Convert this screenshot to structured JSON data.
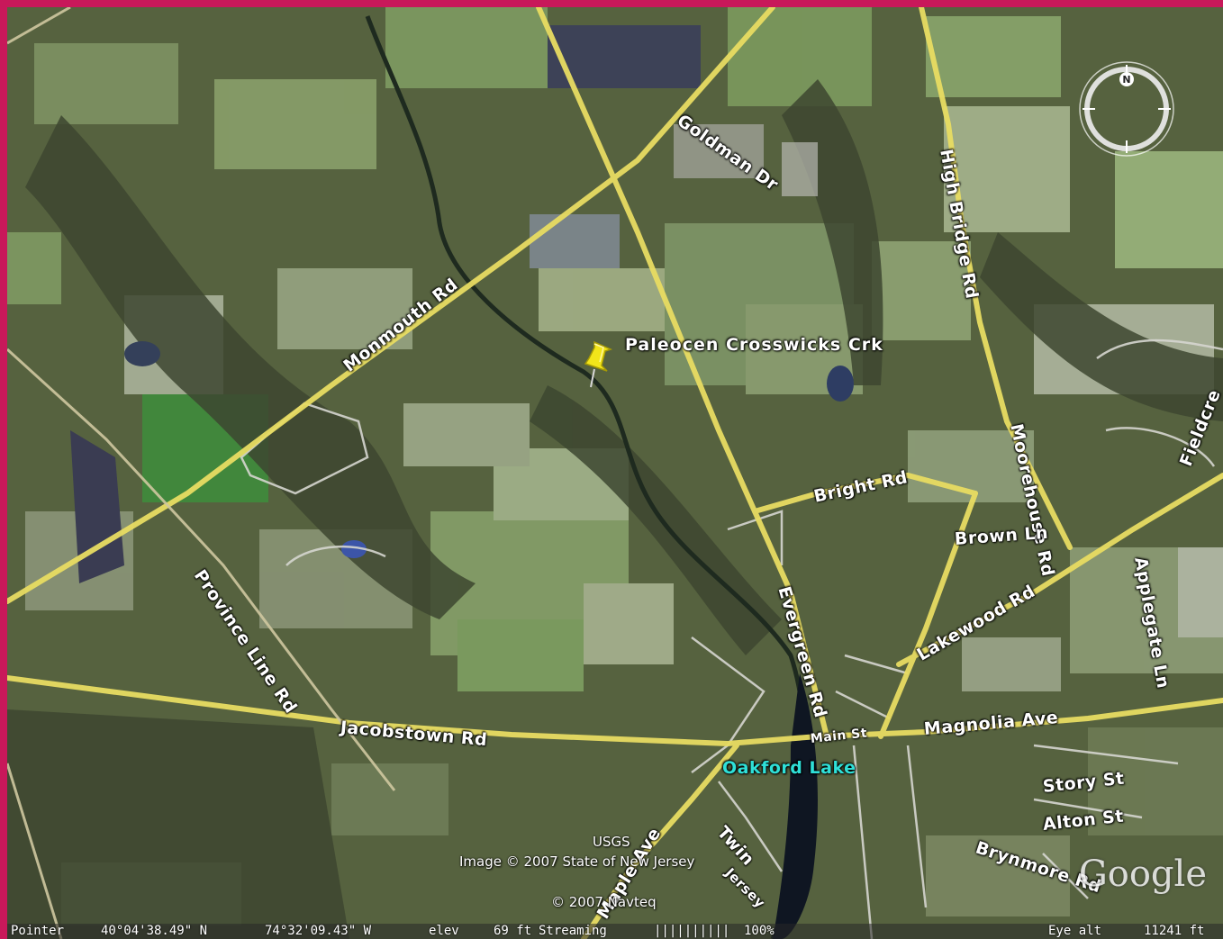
{
  "map": {
    "pin_label": "Paleocen Crosswicks Crk",
    "place_label": "Oakford Lake",
    "roads": {
      "goldman": "Goldman Dr",
      "monmouth": "Monmouth Rd",
      "high_bridge": "High Bridge Rd",
      "bright": "Bright Rd",
      "moorehouse": "Moorehouse Rd",
      "brown": "Brown Ln",
      "fieldcrest": "Fieldcre",
      "applegate": "Applegate Ln",
      "lakewood": "Lakewood Rd",
      "province_line": "Province Line Rd",
      "evergreen": "Evergreen Rd",
      "jacobstown": "Jacobstown Rd",
      "main_st": "Main St",
      "magnolia": "Magnolia Ave",
      "story": "Story St",
      "alton": "Alton St",
      "brynmore": "Brynmore Rd",
      "maple": "Maple Ave",
      "twin": "Twin",
      "jersey": "Jersey"
    },
    "credits": {
      "usgs": "USGS",
      "image": "Image © 2007 State of New Jersey",
      "navteq": "© 2007 Navteq",
      "logo": "Google"
    },
    "compass_letter": "N",
    "colors": {
      "road": "#e8dc62",
      "frame": "#c8185a",
      "place": "#2fe0d8",
      "pin": "#f2e51a"
    }
  },
  "status": {
    "pointer_label": "Pointer",
    "latitude": "40°04'38.49\" N",
    "longitude": "74°32'09.43\" W",
    "elev_label": "elev",
    "elev_value": "69 ft",
    "streaming_label": "Streaming",
    "streaming_bar": "||||||||||",
    "streaming_pct": "100%",
    "eye_alt_label": "Eye alt",
    "eye_alt_value": "11241 ft"
  }
}
